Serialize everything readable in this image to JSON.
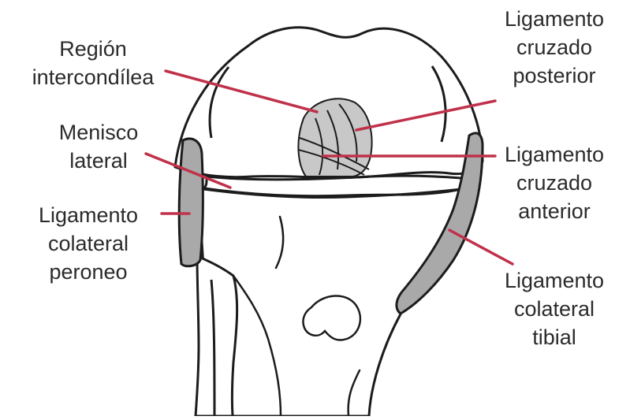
{
  "labels": {
    "region_intercondilea": [
      "Región",
      "intercondílea"
    ],
    "menisco_lateral": [
      "Menisco",
      "lateral"
    ],
    "ligamento_colateral_peroneo": [
      "Ligamento",
      "colateral",
      "peroneo"
    ],
    "ligamento_cruzado_posterior": [
      "Ligamento",
      "cruzado",
      "posterior"
    ],
    "ligamento_cruzado_anterior": [
      "Ligamento",
      "cruzado",
      "anterior"
    ],
    "ligamento_colateral_tibial": [
      "Ligamento",
      "colateral",
      "tibial"
    ]
  },
  "colors": {
    "leader": "#c0314a",
    "outline": "#1c1c1c",
    "ligament_fill": "#a9a9a9",
    "ligament_fill_light": "#c8c8c8",
    "text": "#2b2b2b"
  }
}
